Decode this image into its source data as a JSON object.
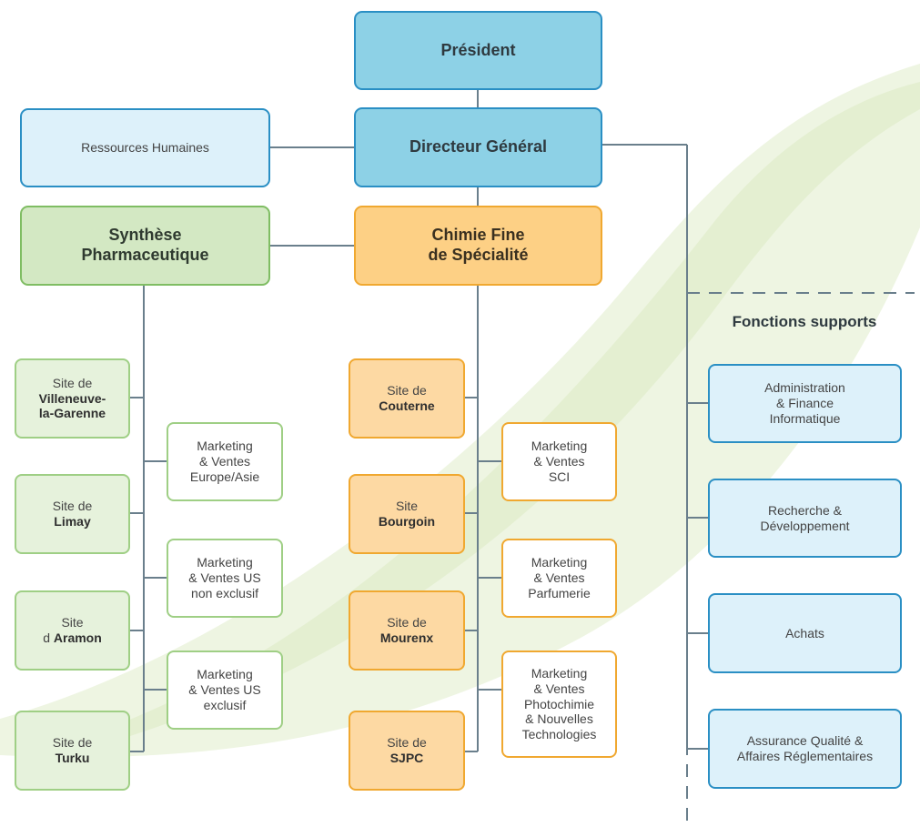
{
  "nodes": {
    "president": "Président",
    "directeur": "Directeur Général",
    "rh": "Ressources Humaines",
    "synthese": [
      "Synthèse",
      "Pharmaceutique"
    ],
    "chimie": [
      "Chimie Fine",
      "de Spécialité"
    ],
    "supports_title": "Fonctions supports"
  },
  "green_sites": [
    {
      "prefix": "Site de",
      "name": [
        "Villeneuve-",
        "la-Garenne"
      ]
    },
    {
      "prefix": "Site de",
      "name": [
        "Limay"
      ]
    },
    {
      "prefix": "Site",
      "prefix2": "d",
      "name": [
        "Aramon"
      ]
    },
    {
      "prefix": "Site de",
      "name": [
        "Turku"
      ]
    }
  ],
  "green_marketing": [
    [
      "Marketing",
      "& Ventes",
      "Europe/Asie"
    ],
    [
      "Marketing",
      "& Ventes US",
      "non exclusif"
    ],
    [
      "Marketing",
      "& Ventes US",
      "exclusif"
    ]
  ],
  "orange_sites": [
    {
      "prefix": "Site de",
      "name": "Couterne"
    },
    {
      "prefix": "Site",
      "name": "Bourgoin"
    },
    {
      "prefix": "Site de",
      "name": "Mourenx"
    },
    {
      "prefix": "Site de",
      "name": "SJPC"
    }
  ],
  "orange_marketing": [
    [
      "Marketing",
      "& Ventes",
      "SCI"
    ],
    [
      "Marketing",
      "& Ventes",
      "Parfumerie"
    ],
    [
      "Marketing",
      "& Ventes",
      "Photochimie",
      "& Nouvelles",
      "Technologies"
    ]
  ],
  "supports": [
    [
      "Administration",
      "& Finance",
      "Informatique"
    ],
    [
      "Recherche &",
      "Développement"
    ],
    [
      "Achats"
    ],
    [
      "Assurance Qualité &",
      "Affaires Réglementaires"
    ]
  ],
  "colors": {
    "line": "#6a7f8c",
    "blue_border": "#2a8fc4",
    "green_border": "#7fbd63",
    "orange_border": "#f0a830",
    "leaf": "#eaf3d9"
  }
}
